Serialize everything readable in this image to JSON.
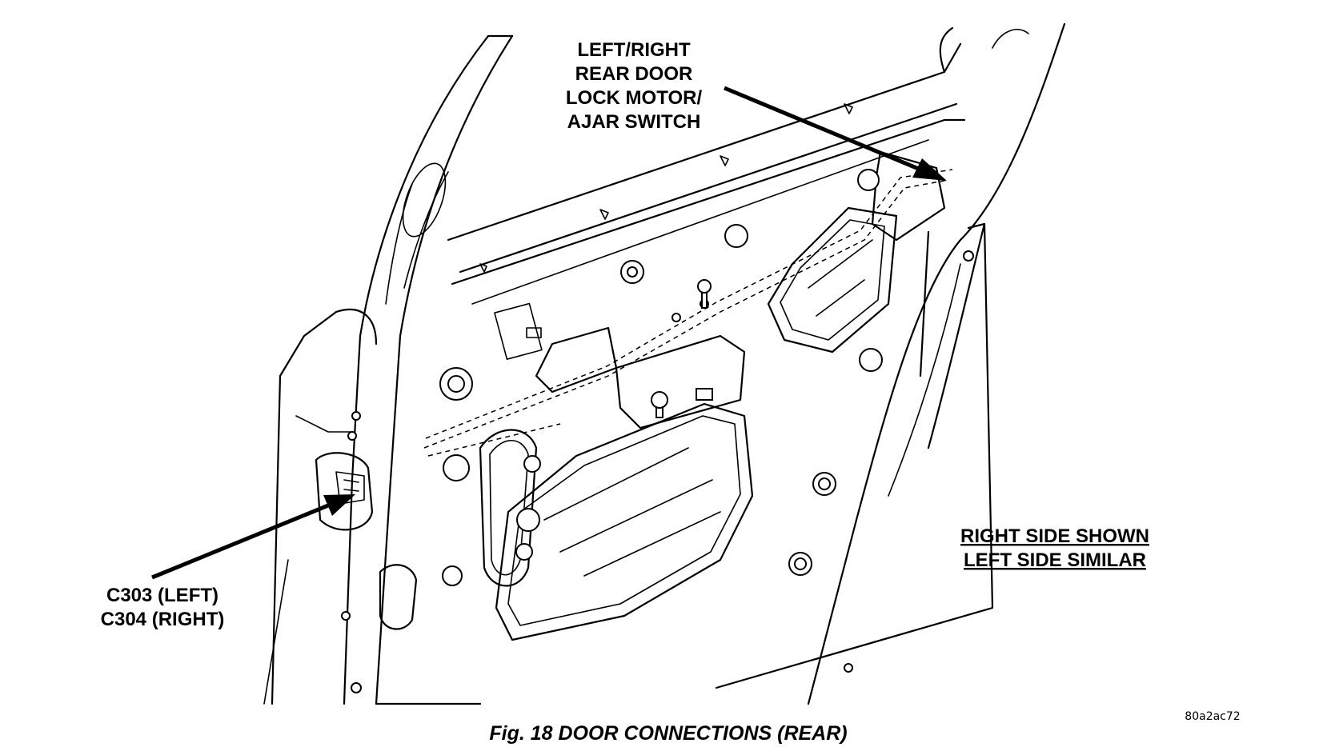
{
  "callouts": {
    "lock_motor": [
      "LEFT/RIGHT",
      "REAR DOOR",
      "LOCK MOTOR/",
      "AJAR SWITCH"
    ],
    "connector": [
      "C303 (LEFT)",
      "C304 (RIGHT)"
    ]
  },
  "note": [
    "RIGHT SIDE SHOWN",
    "LEFT SIDE SIMILAR"
  ],
  "drawing_code": "80a2ac72",
  "caption": "Fig. 18 DOOR CONNECTIONS (REAR)"
}
